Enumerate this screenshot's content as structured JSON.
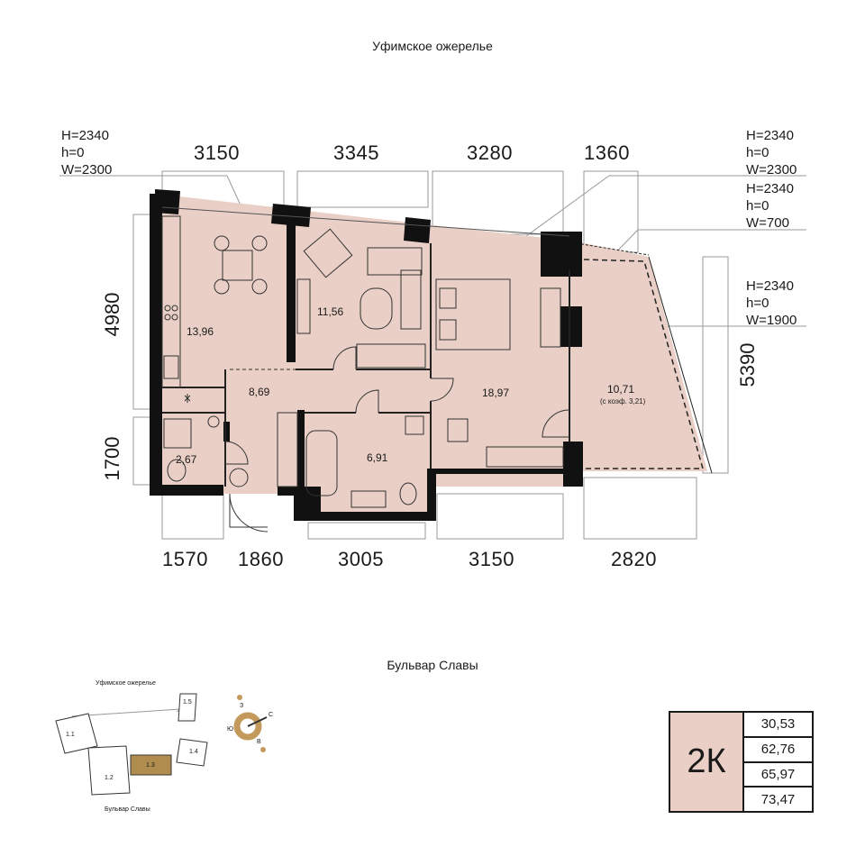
{
  "streets": {
    "top": "Уфимское ожерелье",
    "bottom": "Бульвар Славы"
  },
  "dims_top": [
    "3150",
    "3345",
    "3280",
    "1360"
  ],
  "dims_bottom": [
    "1570",
    "1860",
    "3005",
    "3150",
    "2820"
  ],
  "dims_left": [
    "4980",
    "1700"
  ],
  "dims_right": [
    "5390"
  ],
  "windows": [
    {
      "H": "H=2340",
      "h": "h=0",
      "W": "W=2300"
    },
    {
      "H": "H=2340",
      "h": "h=0",
      "W": "W=2300"
    },
    {
      "H": "H=2340",
      "h": "h=0",
      "W": "W=700"
    },
    {
      "H": "H=2340",
      "h": "h=0",
      "W": "W=1900"
    }
  ],
  "rooms": {
    "kitchen": "13,96",
    "bedroom1": "11,56",
    "hall": "8,69",
    "bedroom2": "18,97",
    "loggia": "10,71",
    "loggia_note": "(с коэф. 3,21)",
    "wc": "2,67",
    "bath": "6,91"
  },
  "summary": {
    "type": "2К",
    "values": [
      "30,53",
      "62,76",
      "65,97",
      "73,47"
    ]
  },
  "keyplan": {
    "street_top": "Уфимское ожерелье",
    "street_bottom": "Бульвар Славы",
    "blocks": [
      "1.1",
      "1.2",
      "1.3",
      "1.4",
      "1.5"
    ],
    "compass": [
      "З",
      "С",
      "Ю",
      "В"
    ],
    "highlight": "#b08d4f"
  },
  "colors": {
    "floor": "#e9cfc5",
    "wall": "#111111",
    "accent": "#c39a5b"
  }
}
